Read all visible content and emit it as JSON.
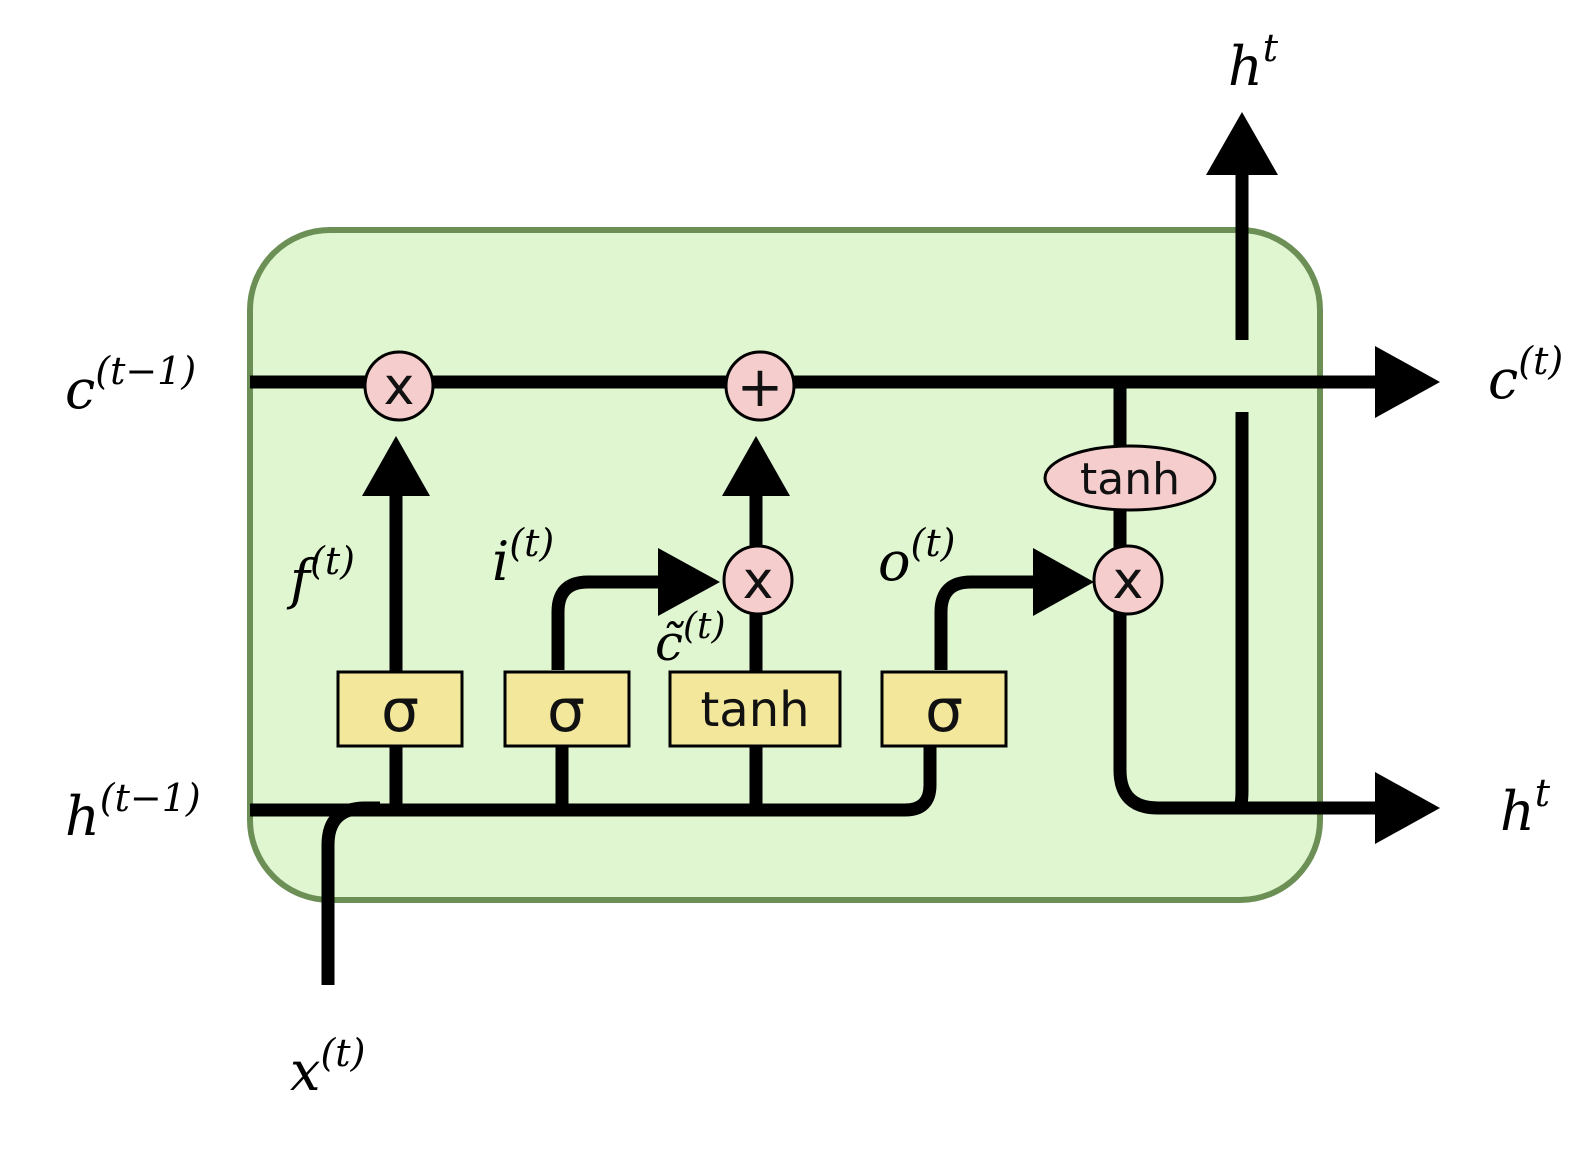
{
  "colors": {
    "cell_fill": "#dff6d0",
    "cell_border": "#6b8f55",
    "layer_fill": "#f2e79a",
    "op_fill": "#f6cdcd",
    "wire": "#000000"
  },
  "inputs": {
    "cell_prev": {
      "base": "c",
      "sup": "(t−1)"
    },
    "hidden_prev": {
      "base": "h",
      "sup": "(t−1)"
    },
    "x_t": {
      "base": "x",
      "sup": "(t)"
    }
  },
  "outputs": {
    "cell_out": {
      "base": "c",
      "sup": "(t)"
    },
    "hidden_out_right": {
      "base": "h",
      "sup": "t"
    },
    "hidden_out_top": {
      "base": "h",
      "sup": "t"
    }
  },
  "gate_signals": {
    "forget": {
      "base": "f",
      "sup": "(t)"
    },
    "input": {
      "base": "i",
      "sup": "(t)"
    },
    "candidate": {
      "base": "c̃",
      "sup": "(t)"
    },
    "output": {
      "base": "o",
      "sup": "(t)"
    }
  },
  "layers": {
    "forget_sigma": "σ",
    "input_sigma": "σ",
    "candidate_tanh": "tanh",
    "output_sigma": "σ"
  },
  "ops": {
    "forget_mult": "x",
    "cell_add": "+",
    "input_mult": "x",
    "output_mult": "x",
    "cell_tanh": "tanh"
  }
}
